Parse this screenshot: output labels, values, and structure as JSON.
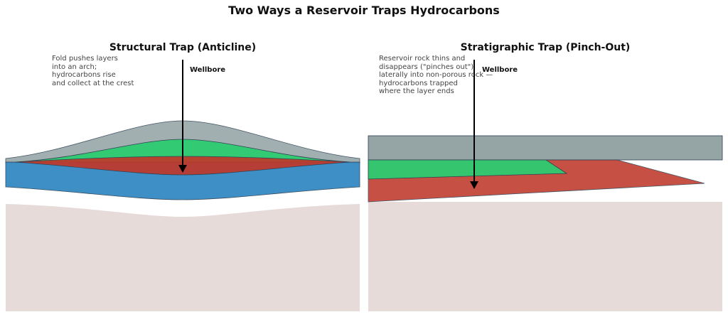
{
  "title": "Two Ways a Reservoir Traps Hydrocarbons",
  "panels": [
    {
      "title": "Structural Trap (Anticline)",
      "description": "Fold pushes layers\ninto an arch;\nhydrocarbons rise\nand collect at the crest",
      "wellbore_label": "Wellbore"
    },
    {
      "title": "Stratigraphic Trap (Pinch-Out)",
      "description": "Reservoir rock thins and\ndisappears (\"pinches out\")\nlaterally into non-porous rock —\nhydrocarbons trapped\nwhere the layer ends",
      "wellbore_label": "Wellbore"
    }
  ],
  "colors": {
    "cap_rock": "#95a5a6",
    "gas": "#2ecc71",
    "oil": "#c0392b",
    "water": "#2e86c1",
    "basement": "#e6dbd9",
    "outline": "#2c3e50"
  }
}
